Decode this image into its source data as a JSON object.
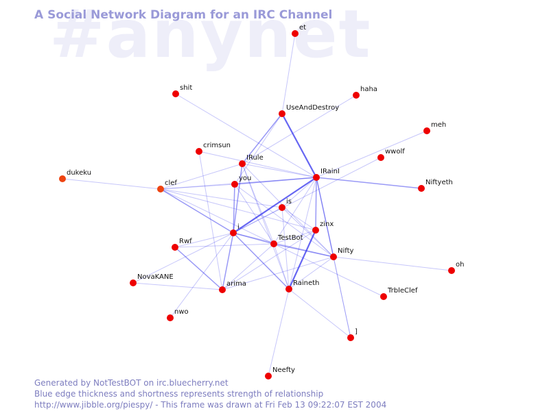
{
  "watermark": "#anynet",
  "title": "A Social Network Diagram for an IRC Channel",
  "colors": {
    "node": "#ee0000",
    "node_alt": "#ee4411",
    "edge": "#3333ee",
    "title": "#9a9ad8",
    "footer": "#7d7dbf"
  },
  "nodes": [
    {
      "id": "et",
      "label": "et"
    },
    {
      "id": "haha",
      "label": "haha"
    },
    {
      "id": "shit",
      "label": "shit"
    },
    {
      "id": "UseAndDestroy",
      "label": "UseAndDestroy"
    },
    {
      "id": "meh",
      "label": "meh"
    },
    {
      "id": "crimsun",
      "label": "crimsun"
    },
    {
      "id": "wwolf",
      "label": "wwolf"
    },
    {
      "id": "IRule",
      "label": "IRule"
    },
    {
      "id": "dukeku",
      "label": "dukeku",
      "color": "#ee4411"
    },
    {
      "id": "IRainI",
      "label": "IRainI"
    },
    {
      "id": "you",
      "label": "you"
    },
    {
      "id": "clef",
      "label": "clef",
      "color": "#ee4411"
    },
    {
      "id": "Niftyeth",
      "label": "Niftyeth"
    },
    {
      "id": "is",
      "label": "is"
    },
    {
      "id": "zinx",
      "label": "zinx"
    },
    {
      "id": "i",
      "label": "i"
    },
    {
      "id": "Rwf",
      "label": "Rwf"
    },
    {
      "id": "TestBot",
      "label": "TestBot"
    },
    {
      "id": "Nifty",
      "label": "Nifty"
    },
    {
      "id": "oh",
      "label": "oh"
    },
    {
      "id": "NovaKANE",
      "label": "NovaKANE"
    },
    {
      "id": "arima",
      "label": "arima"
    },
    {
      "id": "Raineth",
      "label": "Raineth"
    },
    {
      "id": "TrbleClef",
      "label": "TrbleClef"
    },
    {
      "id": "nwo",
      "label": "nwo"
    },
    {
      "id": "J",
      "label": "]"
    },
    {
      "id": "Neefty",
      "label": "Neefty"
    }
  ],
  "edges": [
    {
      "from": "et",
      "to": "UseAndDestroy",
      "weight": 1
    },
    {
      "from": "UseAndDestroy",
      "to": "IRainI",
      "weight": 3
    },
    {
      "from": "UseAndDestroy",
      "to": "IRule",
      "weight": 2
    },
    {
      "from": "UseAndDestroy",
      "to": "you",
      "weight": 1
    },
    {
      "from": "haha",
      "to": "IRule",
      "weight": 1
    },
    {
      "from": "shit",
      "to": "IRainI",
      "weight": 1
    },
    {
      "from": "meh",
      "to": "IRainI",
      "weight": 1
    },
    {
      "from": "crimsun",
      "to": "IRainI",
      "weight": 1
    },
    {
      "from": "crimsun",
      "to": "arima",
      "weight": 1
    },
    {
      "from": "wwolf",
      "to": "i",
      "weight": 1
    },
    {
      "from": "IRule",
      "to": "IRainI",
      "weight": 1
    },
    {
      "from": "IRule",
      "to": "clef",
      "weight": 1
    },
    {
      "from": "IRule",
      "to": "TestBot",
      "weight": 1
    },
    {
      "from": "IRule",
      "to": "Raineth",
      "weight": 1
    },
    {
      "from": "IRule",
      "to": "i",
      "weight": 2
    },
    {
      "from": "IRule",
      "to": "Nifty",
      "weight": 1
    },
    {
      "from": "dukeku",
      "to": "clef",
      "weight": 1
    },
    {
      "from": "clef",
      "to": "IRainI",
      "weight": 1
    },
    {
      "from": "clef",
      "to": "you",
      "weight": 1
    },
    {
      "from": "clef",
      "to": "i",
      "weight": 2
    },
    {
      "from": "clef",
      "to": "TestBot",
      "weight": 1
    },
    {
      "from": "clef",
      "to": "is",
      "weight": 1
    },
    {
      "from": "clef",
      "to": "zinx",
      "weight": 1
    },
    {
      "from": "IRainI",
      "to": "you",
      "weight": 2
    },
    {
      "from": "IRainI",
      "to": "Niftyeth",
      "weight": 2
    },
    {
      "from": "IRainI",
      "to": "i",
      "weight": 3
    },
    {
      "from": "IRainI",
      "to": "zinx",
      "weight": 2
    },
    {
      "from": "IRainI",
      "to": "Nifty",
      "weight": 2
    },
    {
      "from": "IRainI",
      "to": "TestBot",
      "weight": 1
    },
    {
      "from": "IRainI",
      "to": "is",
      "weight": 1
    },
    {
      "from": "IRainI",
      "to": "Raineth",
      "weight": 1
    },
    {
      "from": "IRainI",
      "to": "J",
      "weight": 1
    },
    {
      "from": "you",
      "to": "i",
      "weight": 2
    },
    {
      "from": "you",
      "to": "TestBot",
      "weight": 1
    },
    {
      "from": "you",
      "to": "Nifty",
      "weight": 1
    },
    {
      "from": "is",
      "to": "zinx",
      "weight": 1
    },
    {
      "from": "is",
      "to": "Raineth",
      "weight": 1
    },
    {
      "from": "is",
      "to": "Nifty",
      "weight": 1
    },
    {
      "from": "is",
      "to": "i",
      "weight": 1
    },
    {
      "from": "zinx",
      "to": "Raineth",
      "weight": 3
    },
    {
      "from": "zinx",
      "to": "TestBot",
      "weight": 1
    },
    {
      "from": "zinx",
      "to": "arima",
      "weight": 1
    },
    {
      "from": "i",
      "to": "TestBot",
      "weight": 2
    },
    {
      "from": "i",
      "to": "Raineth",
      "weight": 2
    },
    {
      "from": "i",
      "to": "arima",
      "weight": 2
    },
    {
      "from": "i",
      "to": "Rwf",
      "weight": 1
    },
    {
      "from": "i",
      "to": "NovaKANE",
      "weight": 1
    },
    {
      "from": "i",
      "to": "nwo",
      "weight": 1
    },
    {
      "from": "i",
      "to": "Nifty",
      "weight": 1
    },
    {
      "from": "Rwf",
      "to": "arima",
      "weight": 2
    },
    {
      "from": "Rwf",
      "to": "TestBot",
      "weight": 1
    },
    {
      "from": "TestBot",
      "to": "Nifty",
      "weight": 2
    },
    {
      "from": "TestBot",
      "to": "TrbleClef",
      "weight": 1
    },
    {
      "from": "TestBot",
      "to": "Raineth",
      "weight": 1
    },
    {
      "from": "Nifty",
      "to": "oh",
      "weight": 1
    },
    {
      "from": "Nifty",
      "to": "Raineth",
      "weight": 1
    },
    {
      "from": "Nifty",
      "to": "J",
      "weight": 1
    },
    {
      "from": "NovaKANE",
      "to": "arima",
      "weight": 1
    },
    {
      "from": "Raineth",
      "to": "Neefty",
      "weight": 1
    },
    {
      "from": "Raineth",
      "to": "J",
      "weight": 1
    },
    {
      "from": "arima",
      "to": "Nifty",
      "weight": 1
    },
    {
      "from": "arima",
      "to": "TestBot",
      "weight": 1
    }
  ],
  "footer": {
    "line1": "Generated by NotTestBOT on irc.bluecherry.net",
    "line2": "Blue edge thickness and shortness represents strength of relationship",
    "line3": "http://www.jibble.org/piespy/ - This frame was drawn at Fri Feb 13 09:22:07 EST 2004"
  }
}
